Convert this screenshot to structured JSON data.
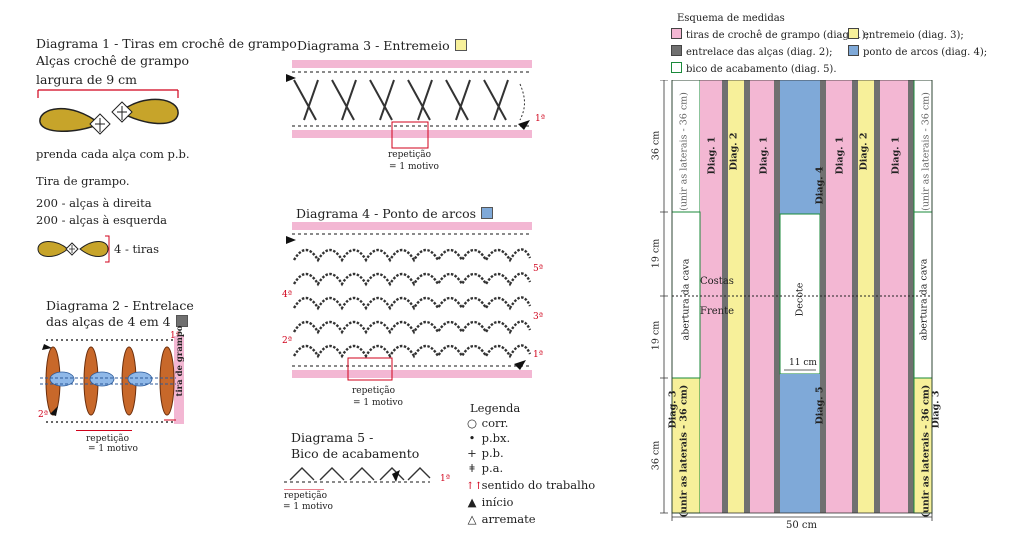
{
  "colors": {
    "pink": "#f3b7d3",
    "yellow": "#f7f09a",
    "gray": "#707070",
    "blue": "#7fa9d8",
    "green": "#1a8a3a",
    "red": "#d0021b",
    "stitch": "#333333",
    "orange": "#c8682a"
  },
  "diagram1": {
    "title": "Diagrama 1 - Tiras em crochê de grampo",
    "subtitle": "Alças crochê de grampo",
    "width_label": "largura de 9 cm",
    "attach_note": "prenda cada alça com p.b.",
    "strip_title": "Tira de grampo.",
    "loops_right": "200 - alças à direita",
    "loops_left": "200 - alças à esquerda",
    "strips_count": "4 - tiras"
  },
  "diagram2": {
    "title_line1": "Diagrama 2 - Entrelace",
    "title_line2": "das alças de 4 em 4",
    "side_label": "tira de grampo",
    "repeat_label": "repetição",
    "motif_label": "= 1 motivo",
    "row1": "1ª",
    "row2": "2ª"
  },
  "diagram3": {
    "title": "Diagrama 3 - Entremeio",
    "repeat_label": "repetição",
    "motif_label": "= 1 motivo",
    "row1": "1ª"
  },
  "diagram4": {
    "title": "Diagrama 4 - Ponto de arcos",
    "repeat_label": "repetição",
    "motif_label": "= 1 motivo",
    "rows": [
      "1ª",
      "2ª",
      "3ª",
      "4ª",
      "5ª"
    ]
  },
  "diagram5": {
    "title_line1": "Diagrama 5 -",
    "title_line2": "Bico de acabamento",
    "repeat_label": "repetição",
    "motif_label": "= 1 motivo",
    "row1": "1ª"
  },
  "legend": {
    "title": "Legenda",
    "items": [
      {
        "symbol": "oval",
        "label": "corr."
      },
      {
        "symbol": "dot",
        "label": "p.bx."
      },
      {
        "symbol": "plus",
        "label": "p.b."
      },
      {
        "symbol": "tall",
        "label": "p.a."
      },
      {
        "symbol": "arrows",
        "label": "sentido do trabalho"
      },
      {
        "symbol": "start",
        "label": "início"
      },
      {
        "symbol": "end",
        "label": "arremate"
      }
    ]
  },
  "schema": {
    "title": "Esquema de medidas",
    "legend": [
      {
        "color": "pink",
        "label": "tiras de crochê de grampo (diag. 1);"
      },
      {
        "color": "yellow",
        "label": "entremeio (diag. 3);"
      },
      {
        "color": "gray",
        "label": "entrelace das alças (diag. 2);"
      },
      {
        "color": "blue",
        "label": "ponto de arcos (diag. 4);"
      },
      {
        "color": "white-green",
        "label": "bico de acabamento (diag. 5)."
      }
    ],
    "dim_top": "36 cm",
    "dim_armhole_top": "19 cm",
    "dim_armhole_bottom": "19 cm",
    "dim_bottom": "36 cm",
    "dim_width": "50 cm",
    "dim_neck": "11 cm",
    "join_sides": "(unir as laterais - 36 cm)",
    "armhole": "abertura da cava",
    "back": "Costas",
    "front": "Frente",
    "neckline": "Decote",
    "diag1": "Diag. 1",
    "diag2": "Diag. 2",
    "diag3": "Diag. 3",
    "diag4": "Diag. 4",
    "diag5": "Diag. 5"
  }
}
